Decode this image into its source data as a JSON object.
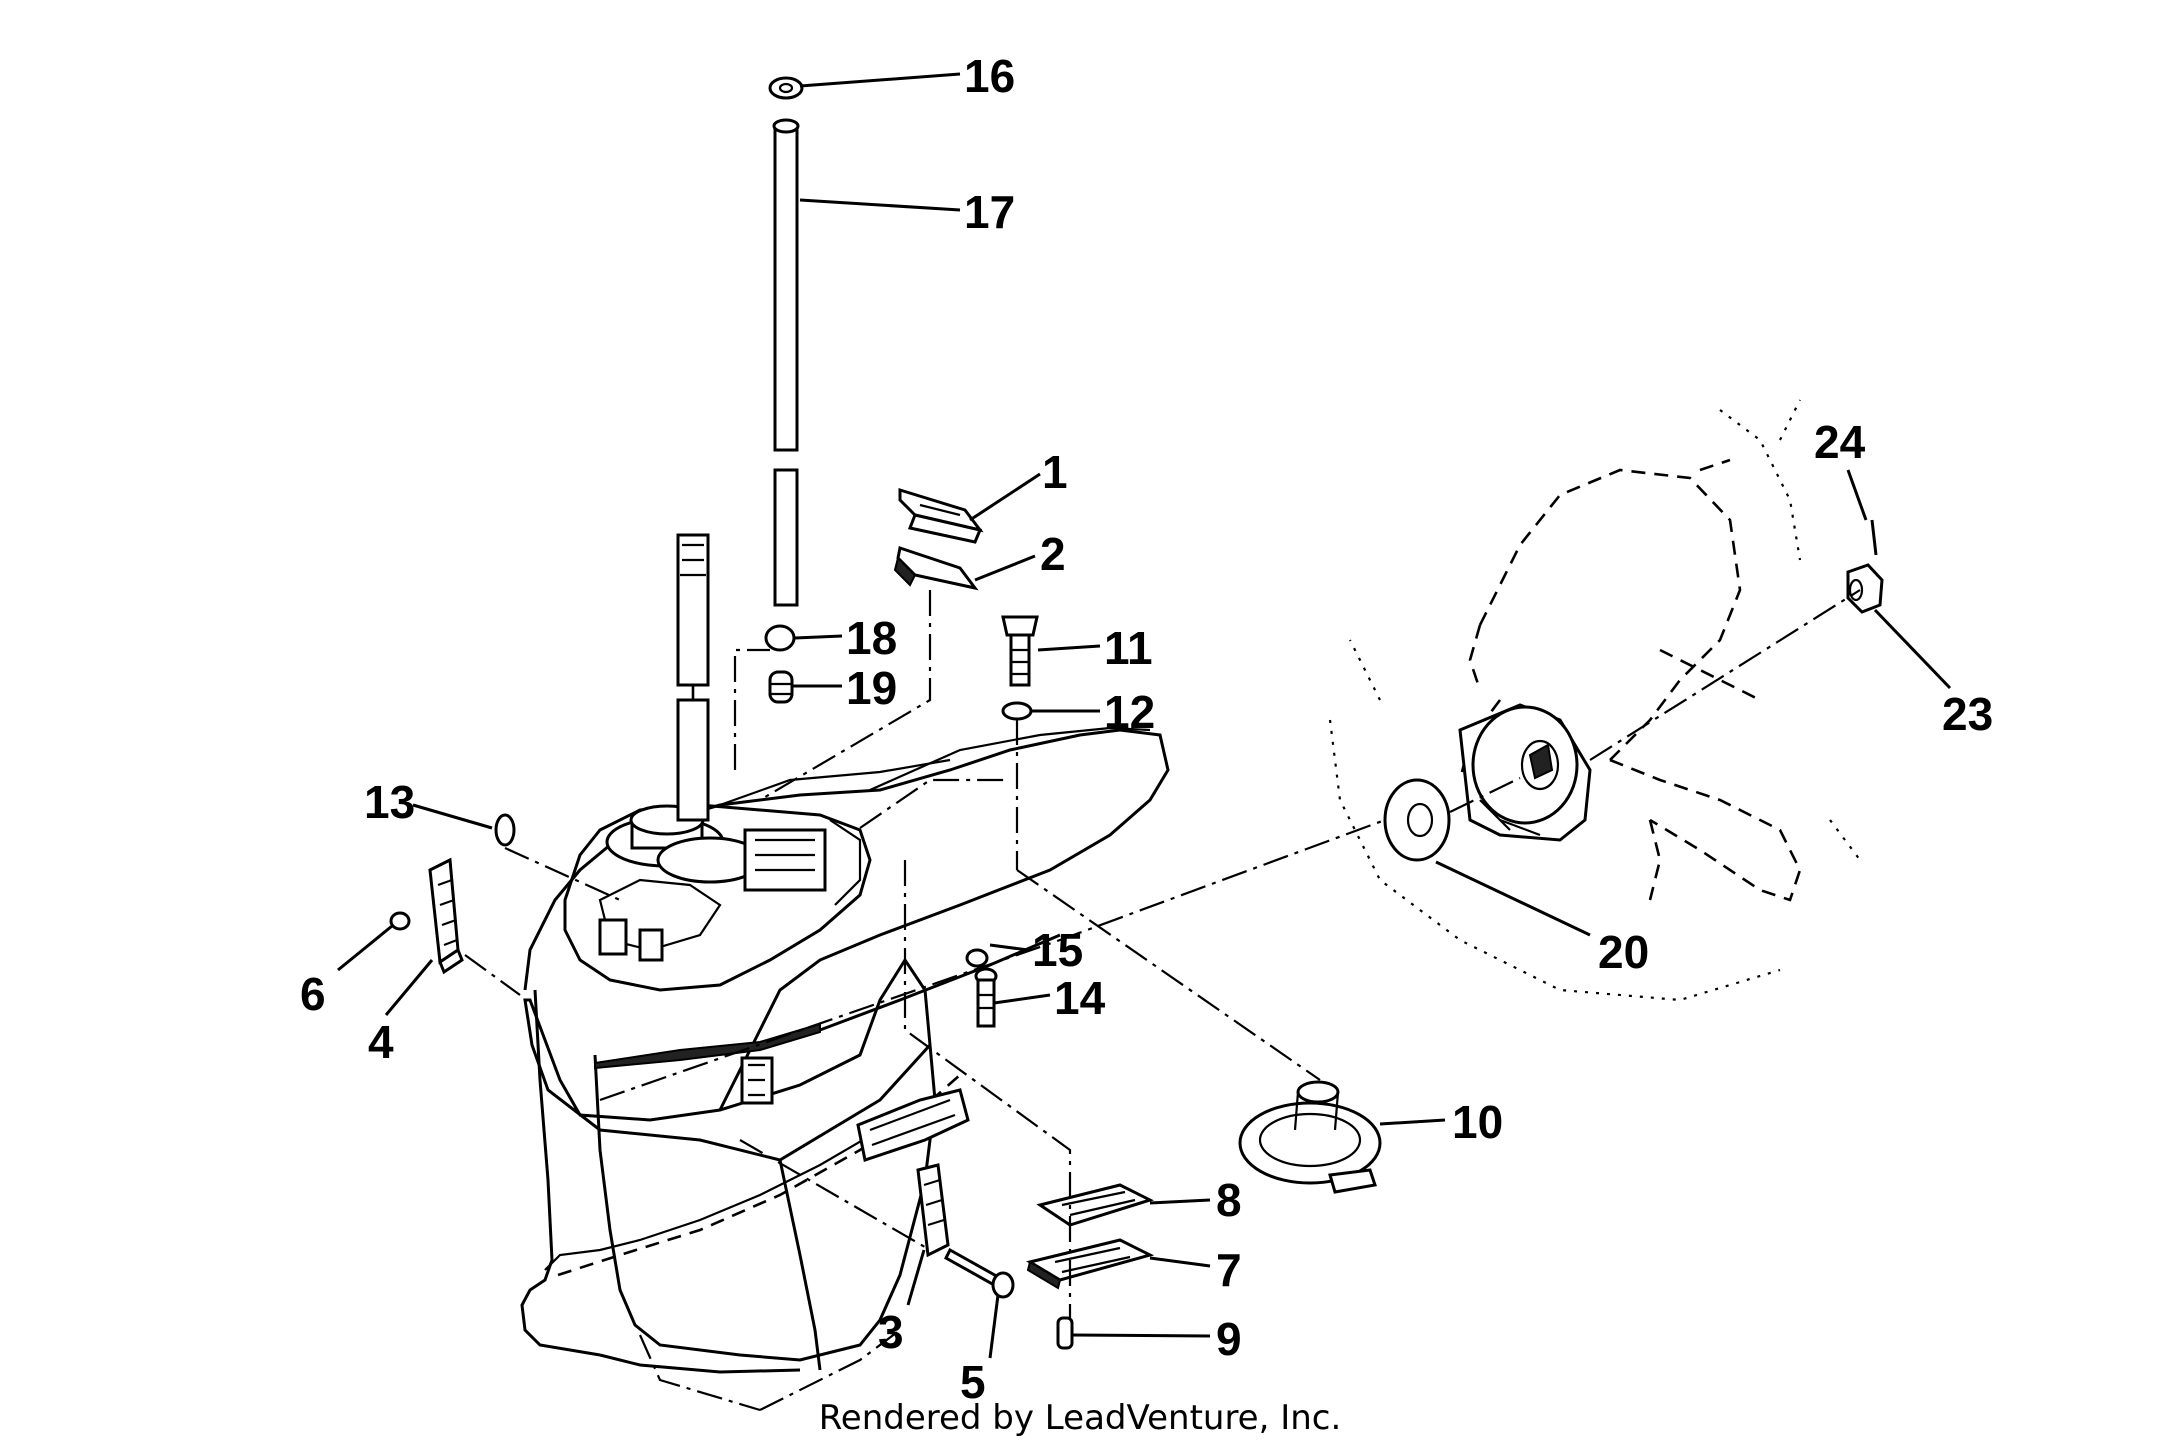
{
  "diagram": {
    "footer_text": "Rendered by LeadVenture, Inc.",
    "callouts": [
      {
        "id": "1",
        "text": "1"
      },
      {
        "id": "2",
        "text": "2"
      },
      {
        "id": "3",
        "text": "3"
      },
      {
        "id": "4",
        "text": "4"
      },
      {
        "id": "5",
        "text": "5"
      },
      {
        "id": "6",
        "text": "6"
      },
      {
        "id": "7",
        "text": "7"
      },
      {
        "id": "8",
        "text": "8"
      },
      {
        "id": "9",
        "text": "9"
      },
      {
        "id": "10",
        "text": "10"
      },
      {
        "id": "11",
        "text": "11"
      },
      {
        "id": "12",
        "text": "12"
      },
      {
        "id": "13",
        "text": "13"
      },
      {
        "id": "14",
        "text": "14"
      },
      {
        "id": "15",
        "text": "15"
      },
      {
        "id": "16",
        "text": "16"
      },
      {
        "id": "17",
        "text": "17"
      },
      {
        "id": "18",
        "text": "18"
      },
      {
        "id": "19",
        "text": "19"
      },
      {
        "id": "20",
        "text": "20"
      },
      {
        "id": "23",
        "text": "23"
      },
      {
        "id": "24",
        "text": "24"
      }
    ]
  }
}
